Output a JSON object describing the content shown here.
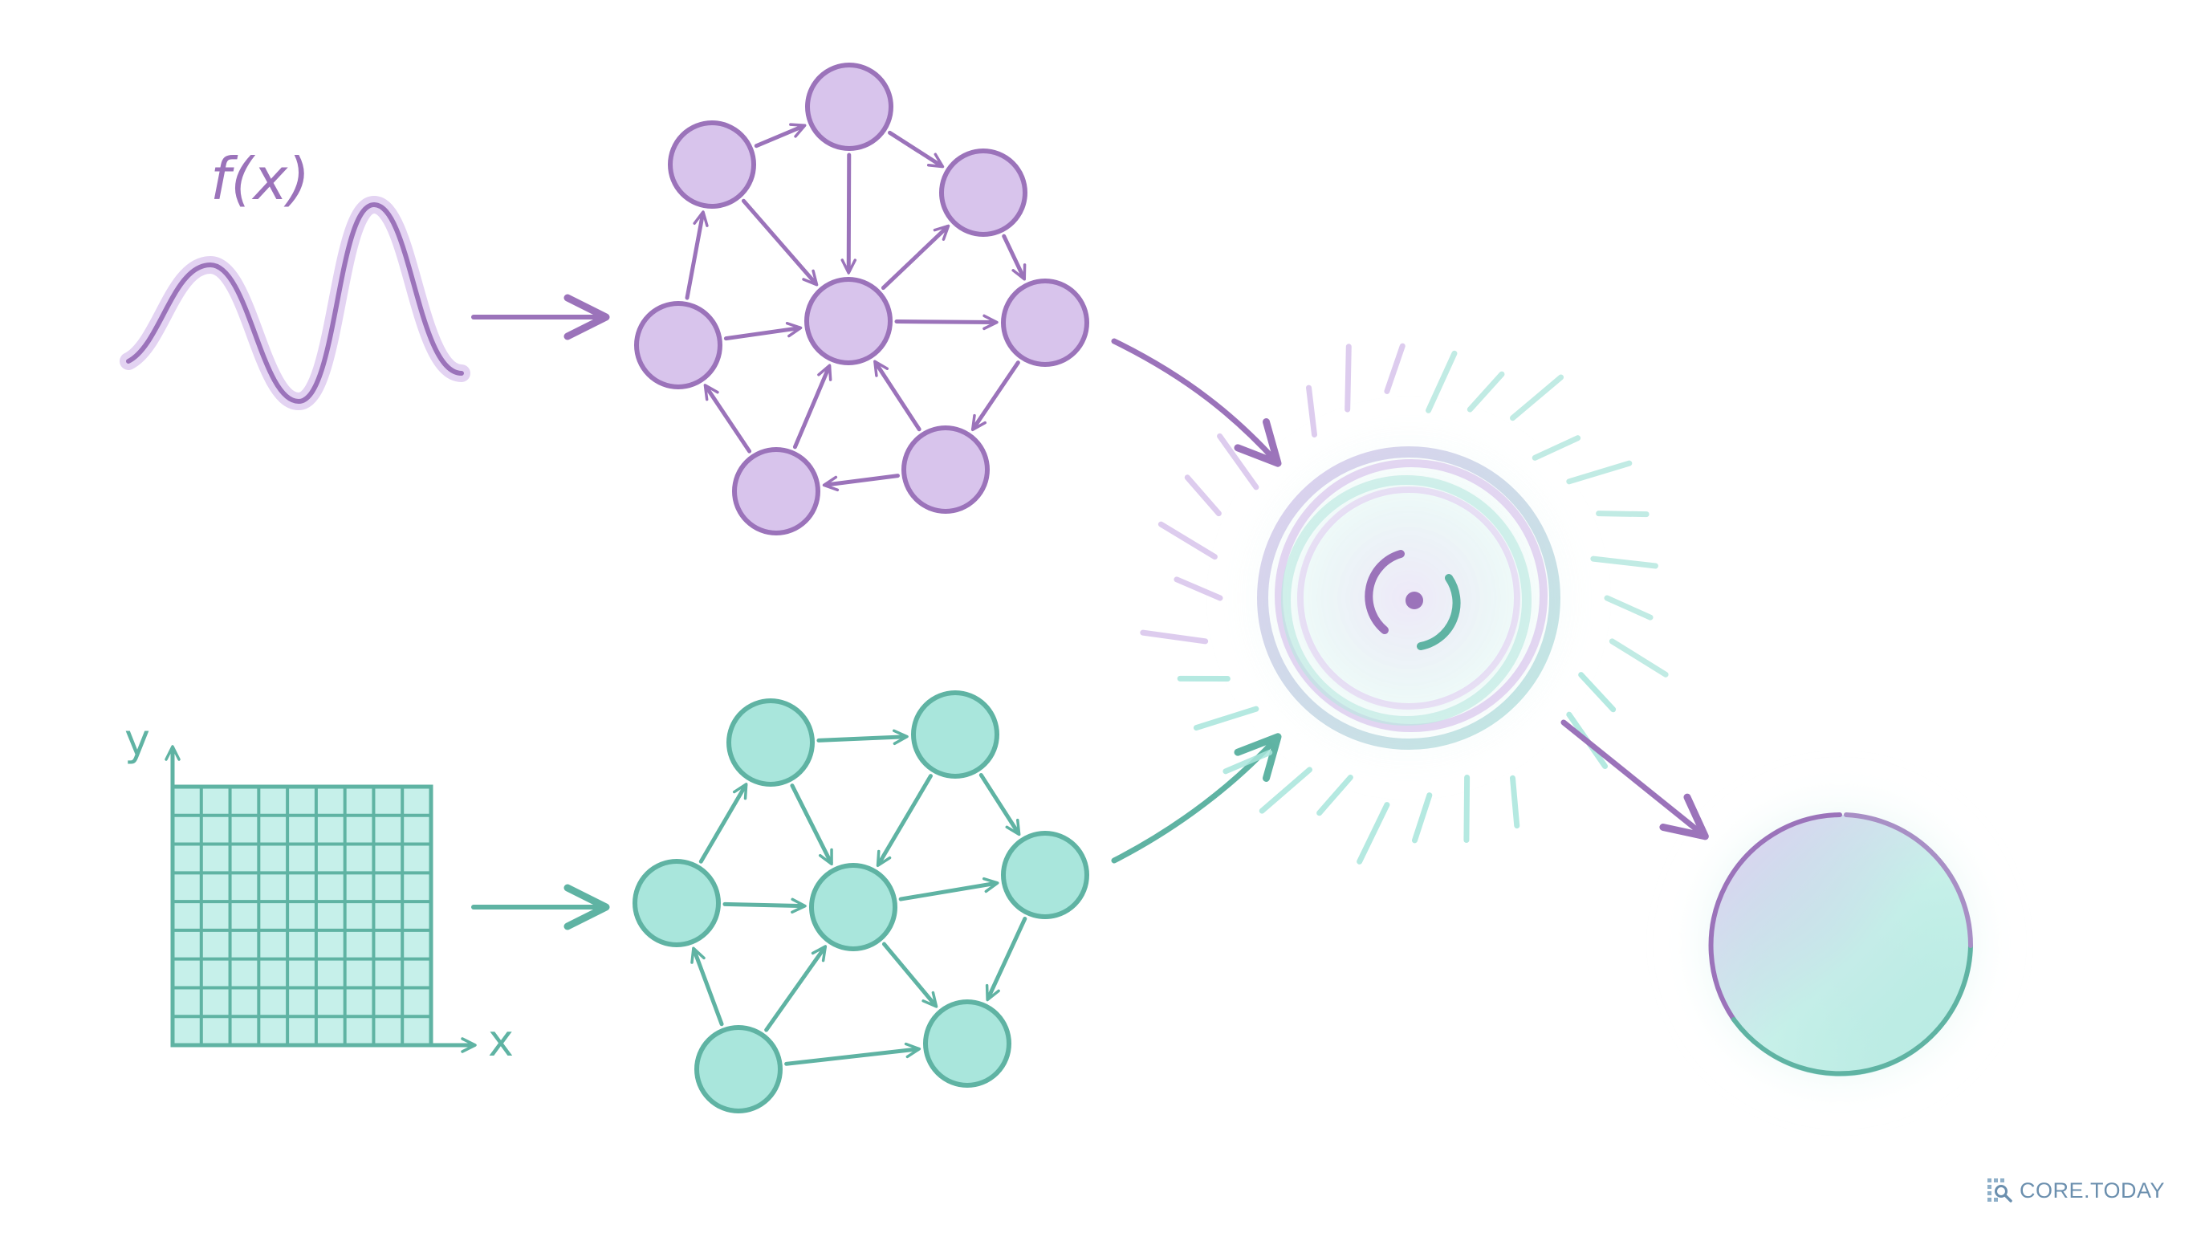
{
  "labels": {
    "function": "f(x)",
    "axis_y": "y",
    "axis_x": "x"
  },
  "watermark": {
    "text": "CORE.TODAY",
    "icon": "grid-magnifier-icon"
  },
  "colors": {
    "purple_stroke": "#9b73ba",
    "purple_fill": "#d8c4ec",
    "teal_stroke": "#5fb3a3",
    "teal_fill": "#a9e6dc",
    "watermark": "#6b8fae",
    "background": "#ffffff"
  },
  "icons": {
    "fusion": "swirl-icon",
    "output": "sphere-icon",
    "wave": "sine-wave-icon",
    "grid": "grid-icon"
  }
}
